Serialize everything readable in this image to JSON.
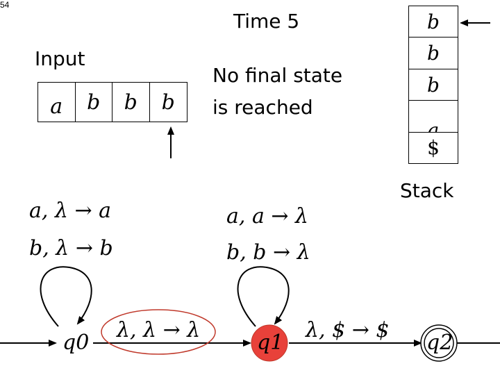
{
  "title": "Time 5",
  "input_label": "Input",
  "status": {
    "line1": "No final state",
    "line2": "is reached"
  },
  "stack_label": "Stack",
  "input_tape": [
    "a",
    "b",
    "b",
    "b"
  ],
  "stack_cells": [
    "b",
    "b",
    "b",
    "a",
    "$"
  ],
  "transitions": {
    "q0_loop_1": "a, λ → a",
    "q0_loop_2": "b, λ → b",
    "q0_to_q1": "λ, λ → λ",
    "q1_loop_1": "a, a → λ",
    "q1_loop_2": "b, b → λ",
    "q1_to_q2": "λ, $ → $"
  },
  "states": {
    "q0": "q0",
    "q1": "q1",
    "q2": "q2"
  },
  "colors": {
    "active_state_fill": "#e8413a",
    "highlight_ellipse": "#c0392b"
  },
  "page_number": "54"
}
